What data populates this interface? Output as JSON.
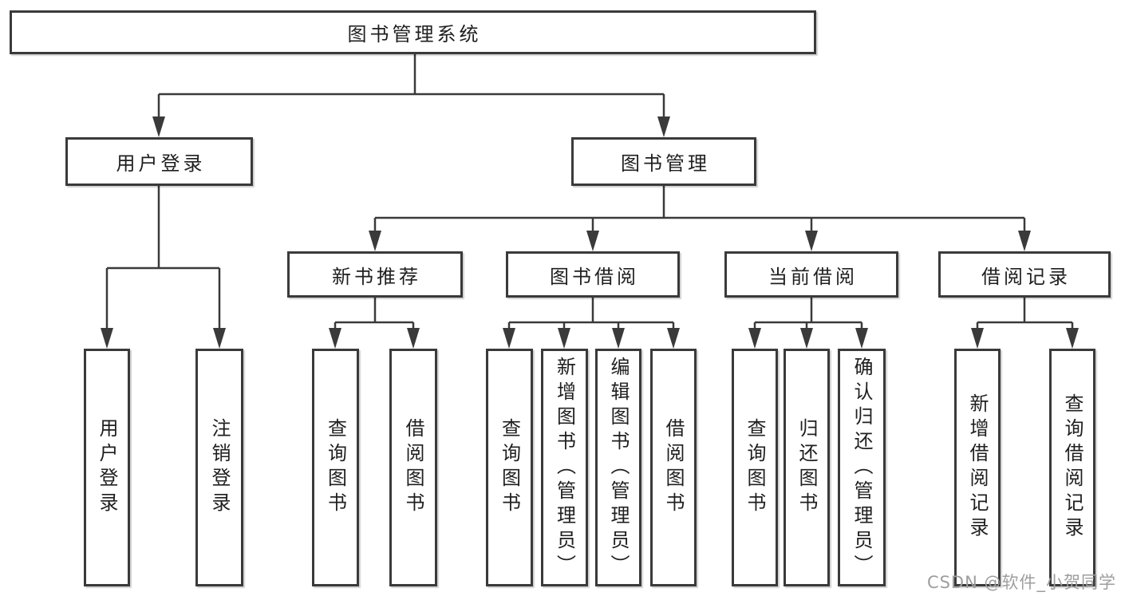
{
  "colors": {
    "line": "#3a3a3a",
    "text": "#1f1f1f",
    "box_background": "#ffffff",
    "watermark": "#9e9e9e"
  },
  "nodes": {
    "root": "图书管理系统",
    "user_login_branch": "用户登录",
    "book_mgmt_branch": "图书管理",
    "new_book_rec": "新书推荐",
    "book_borrow": "图书借阅",
    "current_borrow": "当前借阅",
    "borrow_records": "借阅记录",
    "leaf_user_login": "用户登录",
    "leaf_logout": "注销登录",
    "leaf_rec_query_book": "查询图书",
    "leaf_rec_borrow_book": "借阅图书",
    "leaf_bb_query_book": "查询图书",
    "leaf_bb_add_book": "新增图书（管理员）",
    "leaf_bb_edit_book": "编辑图书（管理员）",
    "leaf_bb_borrow_book": "借阅图书",
    "leaf_cb_query_book": "查询图书",
    "leaf_cb_return_book": "归还图书",
    "leaf_cb_confirm_return": "确认归还（管理员）",
    "leaf_br_add_record": "新增借阅记录",
    "leaf_br_query_record": "查询借阅记录"
  },
  "hierarchy": {
    "root": [
      "user_login_branch",
      "book_mgmt_branch"
    ],
    "user_login_branch": [
      "leaf_user_login",
      "leaf_logout"
    ],
    "book_mgmt_branch": [
      "new_book_rec",
      "book_borrow",
      "current_borrow",
      "borrow_records"
    ],
    "new_book_rec": [
      "leaf_rec_query_book",
      "leaf_rec_borrow_book"
    ],
    "book_borrow": [
      "leaf_bb_query_book",
      "leaf_bb_add_book",
      "leaf_bb_edit_book",
      "leaf_bb_borrow_book"
    ],
    "current_borrow": [
      "leaf_cb_query_book",
      "leaf_cb_return_book",
      "leaf_cb_confirm_return"
    ],
    "borrow_records": [
      "leaf_br_add_record",
      "leaf_br_query_record"
    ]
  },
  "watermark": "CSDN @软件_小贺同学"
}
